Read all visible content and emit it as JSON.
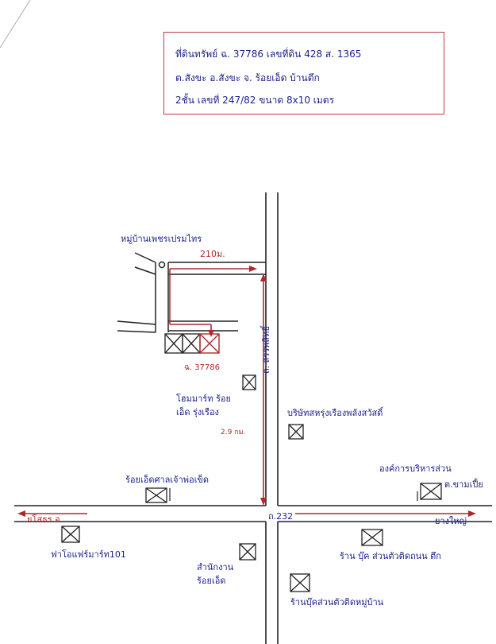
{
  "info_box": {
    "line1": "ที่ดินทรัพย์ ฉ. 37786 เลขที่ดิน 428 ส. 1365",
    "line2": "ต.สังขะ อ.สังขะ จ. ร้อยเอ็ด บ้านตึก",
    "line3": "2ชั้น เลขที่ 247/82 ขนาด 8x10 เมตร"
  },
  "labels": {
    "village": "หมู่บ้านเพชรเปรมไทร",
    "dist_top": "210ม.",
    "road_vertical": "ถ. สรรพสิทธิ์",
    "deed": "ฉ. 37786",
    "homemart": "โฮมมาร์ท ร้อย\nเอ็ด รุ่งเรือง",
    "dist_mid": "2.9 กม.",
    "rice_mill": "บริษัทสหรุ่งเรืองพลังสวัสดิ์",
    "roiet_shop": "ร้อยเอ็ดศาลเจ้าพ่อเข็ด",
    "ongkan": "องค์การบริหารส่วน",
    "ongkan2": "ต.ขามเปี้ย",
    "road_main": "ถ.232",
    "left_dir": "ยโสธร จ.",
    "right_dir": "ยางใหญ่",
    "pharmacy": "ฟาโอแฟร์มาร์ท101",
    "office": "สำนักงาน\nร้อยเอ็ด",
    "store1": "ร้าน บุ๊ค ส่วนตัวติดถนน ตึก",
    "store2": "ร้านบุ๊คส่วนตัวติดหมู่บ้าน"
  },
  "colors": {
    "ink": "#1a1f8a",
    "road": "#222222",
    "route": "#b0282e",
    "box_border": "#c23b46"
  }
}
